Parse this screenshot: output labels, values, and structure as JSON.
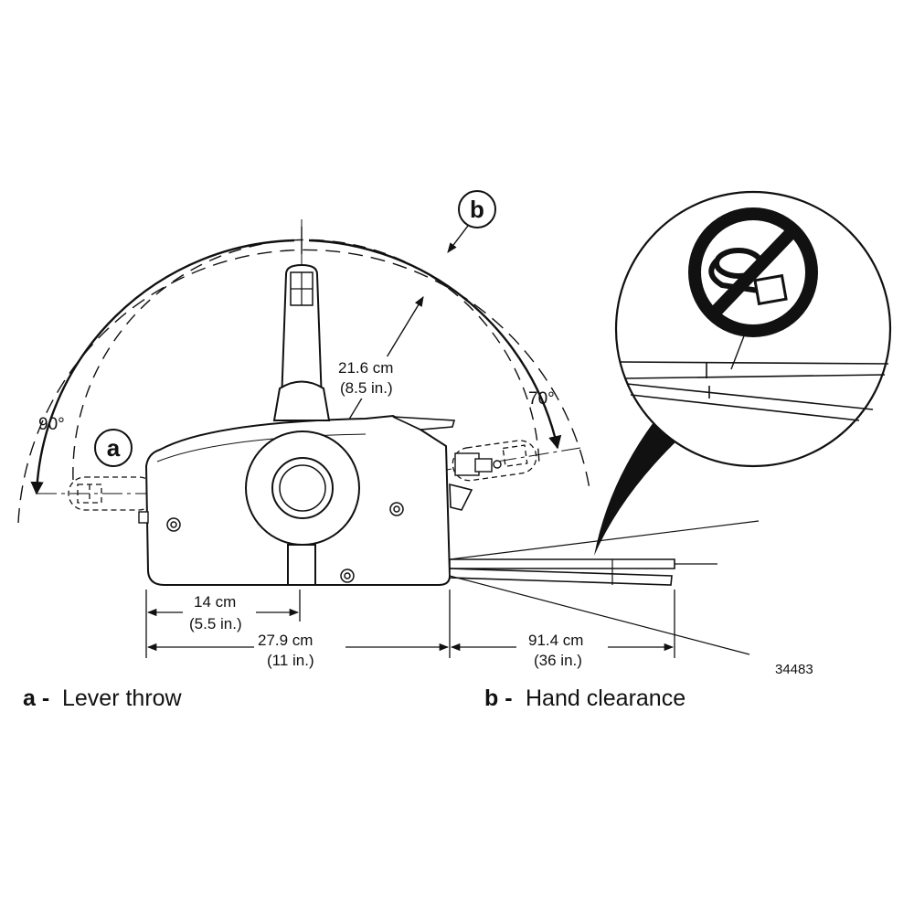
{
  "figure": {
    "number": "34483"
  },
  "callouts": {
    "a": "a",
    "b": "b"
  },
  "angles": {
    "left": "90°",
    "right": "70°"
  },
  "dimensions": {
    "radius_metric": "21.6 cm",
    "radius_imperial": "(8.5 in.)",
    "pivot_metric": "14 cm",
    "pivot_imperial": "(5.5 in.)",
    "length_metric": "27.9 cm",
    "length_imperial": "(11 in.)",
    "clearance_metric": "91.4 cm",
    "clearance_imperial": "(36 in.)"
  },
  "legend": [
    {
      "key": "a -",
      "text": "Lever throw"
    },
    {
      "key": "b -",
      "text": "Hand clearance"
    }
  ],
  "icons": {
    "prohibition": "no-cable-tie-icon"
  }
}
